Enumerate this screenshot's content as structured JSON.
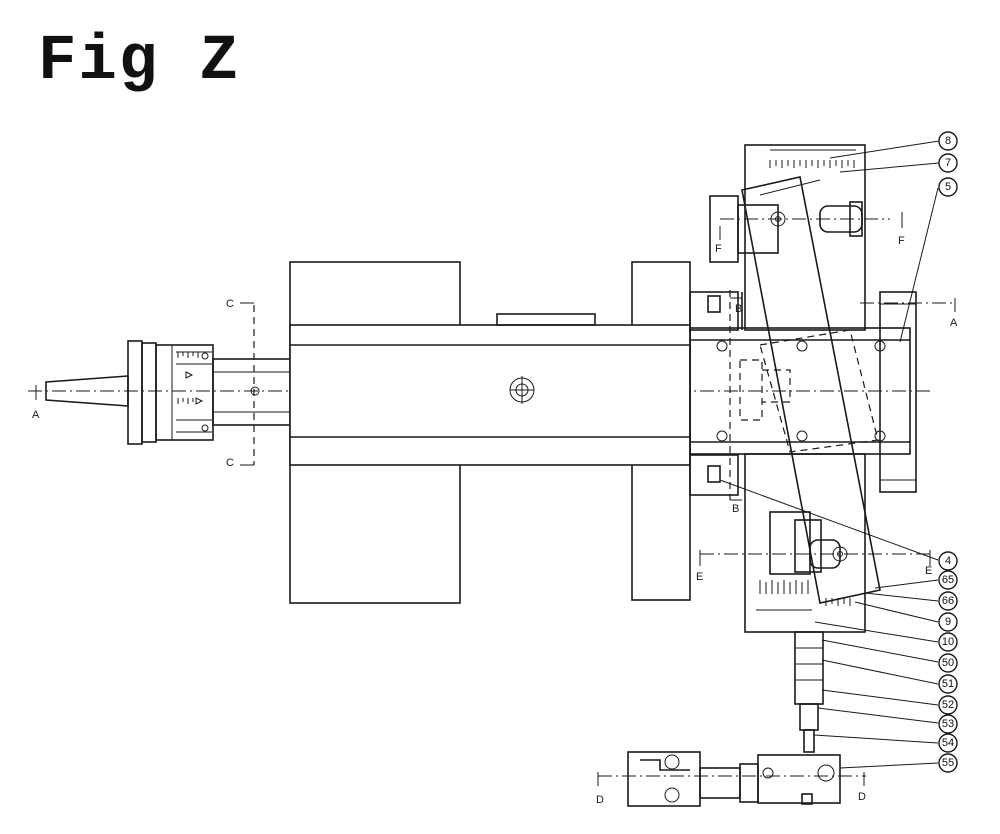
{
  "title": "Fig Z",
  "section_labels": {
    "a_left": "A",
    "a_right": "A",
    "b_top": "B",
    "b_bottom": "B",
    "c_top": "C",
    "c_bottom": "C",
    "d_left": "D",
    "d_right": "D",
    "e_left": "E",
    "e_right": "E",
    "f_left": "F",
    "f_right": "F"
  },
  "callouts": [
    "8",
    "7",
    "5",
    "4",
    "65",
    "66",
    "9",
    "10",
    "50",
    "51",
    "52",
    "53",
    "54",
    "55"
  ]
}
